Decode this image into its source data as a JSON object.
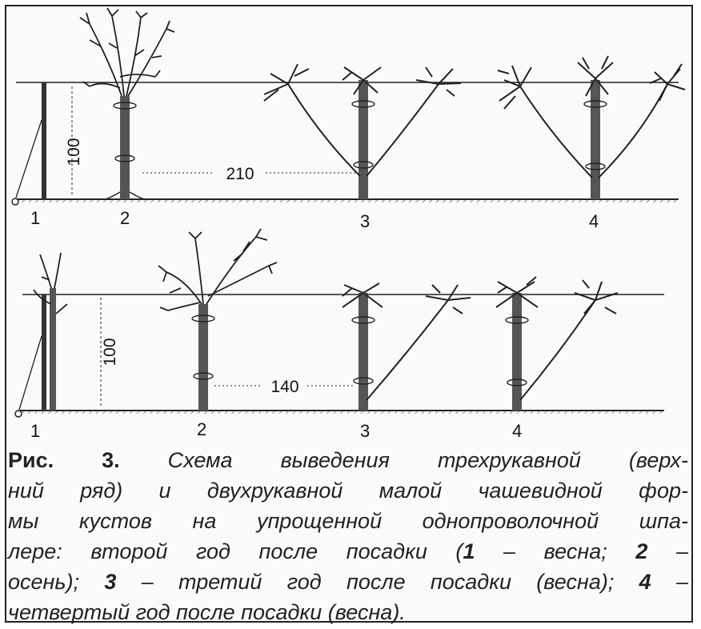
{
  "top_row": {
    "dimension_vertical": "100",
    "dimension_horizontal": "210",
    "labels": [
      "1",
      "2",
      "3",
      "4"
    ]
  },
  "bottom_row": {
    "dimension_vertical": "100",
    "dimension_horizontal": "140",
    "labels": [
      "1",
      "2",
      "3",
      "4"
    ]
  },
  "caption": {
    "prefix": "Рис. 3.",
    "line1": "Схема выведения трехрукавной (верх-",
    "line2": "ний ряд) и двухрукавной малой чашевидной фор-",
    "line3": "мы кустов на упрощенной однопроволочной шпа-",
    "line4a": "лере: второй год после посадки (",
    "n1": "1",
    "line4b": " – весна; ",
    "n2": "2",
    "line4c": " –",
    "line5a": "осень); ",
    "n3": "3",
    "line5b": " – третий год после посадки (весна); ",
    "n4": "4",
    "line5c": " –",
    "line6": "четвертый год после посадки (весна)."
  }
}
